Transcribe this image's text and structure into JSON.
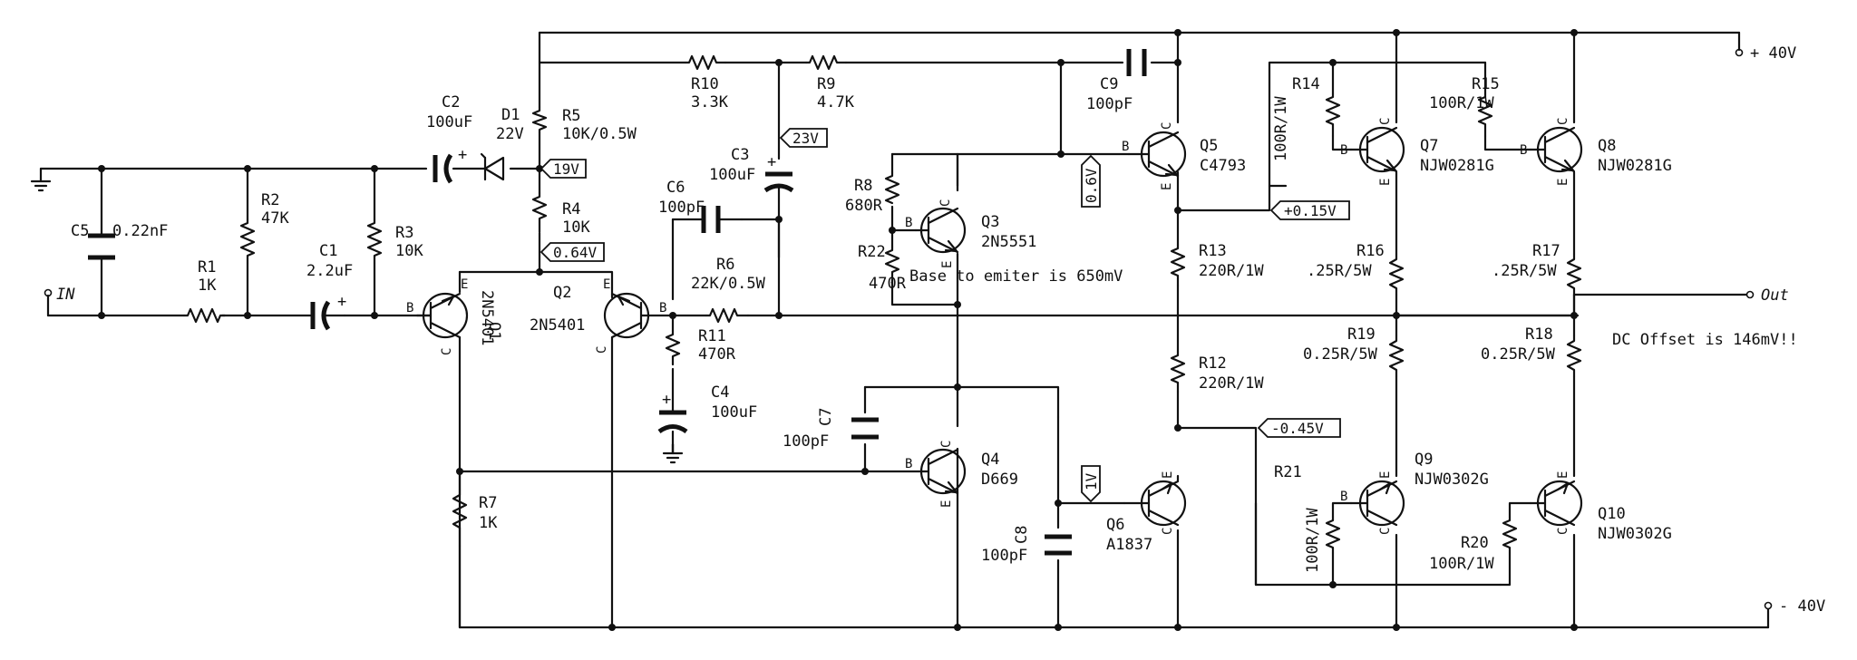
{
  "rails": {
    "positive": "+ 40V",
    "negative": "- 40V",
    "input": "IN",
    "output": "Out"
  },
  "components": {
    "C1": {
      "ref": "C1",
      "value": "2.2uF"
    },
    "C2": {
      "ref": "C2",
      "value": "100uF"
    },
    "C3": {
      "ref": "C3",
      "value": "100uF"
    },
    "C4": {
      "ref": "C4",
      "value": "100uF"
    },
    "C5": {
      "ref": "C5",
      "value": "0.22nF"
    },
    "C6": {
      "ref": "C6",
      "value": "100pF"
    },
    "C7": {
      "ref": "C7",
      "value": "100pF"
    },
    "C8": {
      "ref": "C8",
      "value": "100pF"
    },
    "C9": {
      "ref": "C9",
      "value": "100pF"
    },
    "D1": {
      "ref": "D1",
      "value": "22V"
    },
    "R1": {
      "ref": "R1",
      "value": "1K"
    },
    "R2": {
      "ref": "R2",
      "value": "47K"
    },
    "R3": {
      "ref": "R3",
      "value": "10K"
    },
    "R4": {
      "ref": "R4",
      "value": "10K"
    },
    "R5": {
      "ref": "R5",
      "value": "10K/0.5W"
    },
    "R6": {
      "ref": "R6",
      "value": "22K/0.5W"
    },
    "R7": {
      "ref": "R7",
      "value": "1K"
    },
    "R8": {
      "ref": "R8",
      "value": "680R"
    },
    "R9": {
      "ref": "R9",
      "value": "4.7K"
    },
    "R10": {
      "ref": "R10",
      "value": "3.3K"
    },
    "R11": {
      "ref": "R11",
      "value": "470R"
    },
    "R12": {
      "ref": "R12",
      "value": "220R/1W"
    },
    "R13": {
      "ref": "R13",
      "value": "220R/1W"
    },
    "R14": {
      "ref": "R14",
      "value": "100R/1W"
    },
    "R15": {
      "ref": "R15",
      "value": "100R/1W"
    },
    "R16": {
      "ref": "R16",
      "value": ".25R/5W"
    },
    "R17": {
      "ref": "R17",
      "value": ".25R/5W"
    },
    "R18": {
      "ref": "R18",
      "value": "0.25R/5W"
    },
    "R19": {
      "ref": "R19",
      "value": "0.25R/5W"
    },
    "R20": {
      "ref": "R20",
      "value": "100R/1W"
    },
    "R21": {
      "ref": "R21",
      "value": "100R/1W"
    },
    "R22": {
      "ref": "R22",
      "value": "470R"
    },
    "Q1": {
      "ref": "Q1",
      "value": "2N5401"
    },
    "Q2": {
      "ref": "Q2",
      "value": "2N5401"
    },
    "Q3": {
      "ref": "Q3",
      "value": "2N5551"
    },
    "Q4": {
      "ref": "Q4",
      "value": "D669"
    },
    "Q5": {
      "ref": "Q5",
      "value": "C4793"
    },
    "Q6": {
      "ref": "Q6",
      "value": "A1837"
    },
    "Q7": {
      "ref": "Q7",
      "value": "NJW0281G"
    },
    "Q8": {
      "ref": "Q8",
      "value": "NJW0281G"
    },
    "Q9": {
      "ref": "Q9",
      "value": "NJW0302G"
    },
    "Q10": {
      "ref": "Q10",
      "value": "NJW0302G"
    }
  },
  "pins": {
    "base": "B",
    "collector": "C",
    "emitter": "E"
  },
  "signs": {
    "plus": "+"
  },
  "voltage_tags": {
    "d1_node": "19V",
    "r4_node": "0.64V",
    "c3_node": "23V",
    "q5_base": "0.6V",
    "q5_emitter": "+0.15V",
    "q6_emitter": "-0.45V",
    "q6_base": "1V"
  },
  "notes": {
    "vbe": "Base to emiter is 650mV",
    "dc_offset": "DC Offset is 146mV!!"
  }
}
